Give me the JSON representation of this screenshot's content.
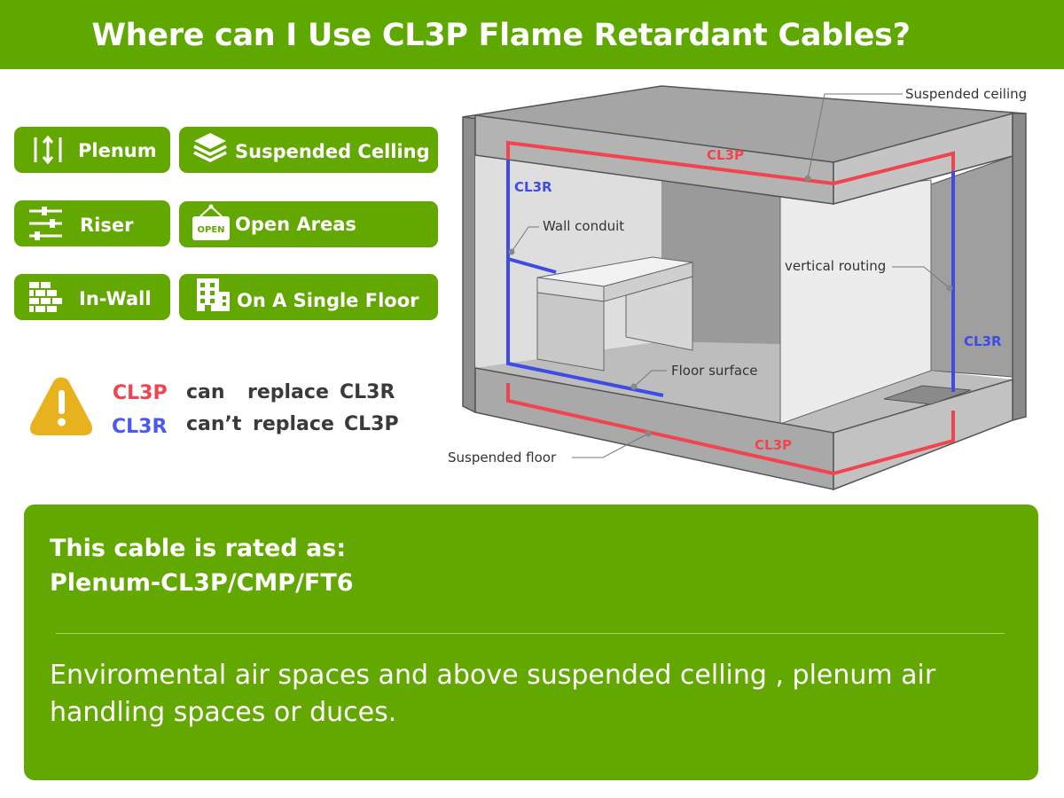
{
  "header": {
    "title": "Where can I Use CL3P Flame Retardant Cables?"
  },
  "applications": [
    {
      "label": "Plenum",
      "icon": "vertical-arrows-icon"
    },
    {
      "label": "Suspended Celling",
      "icon": "layers-icon"
    },
    {
      "label": "Riser",
      "icon": "sliders-icon"
    },
    {
      "label": "Open Areas",
      "icon": "open-sign-icon",
      "icon_text": "OPEN"
    },
    {
      "label": "In-Wall",
      "icon": "brick-wall-icon"
    },
    {
      "label": "On A Single Floor",
      "icon": "building-icon"
    }
  ],
  "rule": {
    "line1": {
      "subject": "CL3P",
      "verb": "can",
      "action": "replace",
      "object": "CL3R"
    },
    "line2": {
      "subject": "CL3R",
      "verb": "can’t",
      "action": "replace",
      "object": "CL3P"
    }
  },
  "diagram": {
    "labels": {
      "suspended_ceiling": "Suspended ceiling",
      "wall_conduit": "Wall conduit",
      "vertical_routing": "vertical routing",
      "floor_surface": "Floor surface",
      "suspended_floor": "Suspended floor"
    },
    "cables": {
      "ceiling": "CL3P",
      "left_wall": "CL3R",
      "right_wall": "CL3R",
      "floor": "CL3P"
    }
  },
  "info": {
    "heading_line1": "This cable is rated as:",
    "heading_line2": "Plenum-CL3P/CMP/FT6",
    "body": "Enviromental air spaces and above suspended celling , plenum air handling spaces or duces."
  },
  "colors": {
    "brand_green": "#63a800",
    "cl3p_red": "#f0454f",
    "cl3r_blue": "#4a58ee",
    "warning_yellow": "#e8b21e"
  }
}
